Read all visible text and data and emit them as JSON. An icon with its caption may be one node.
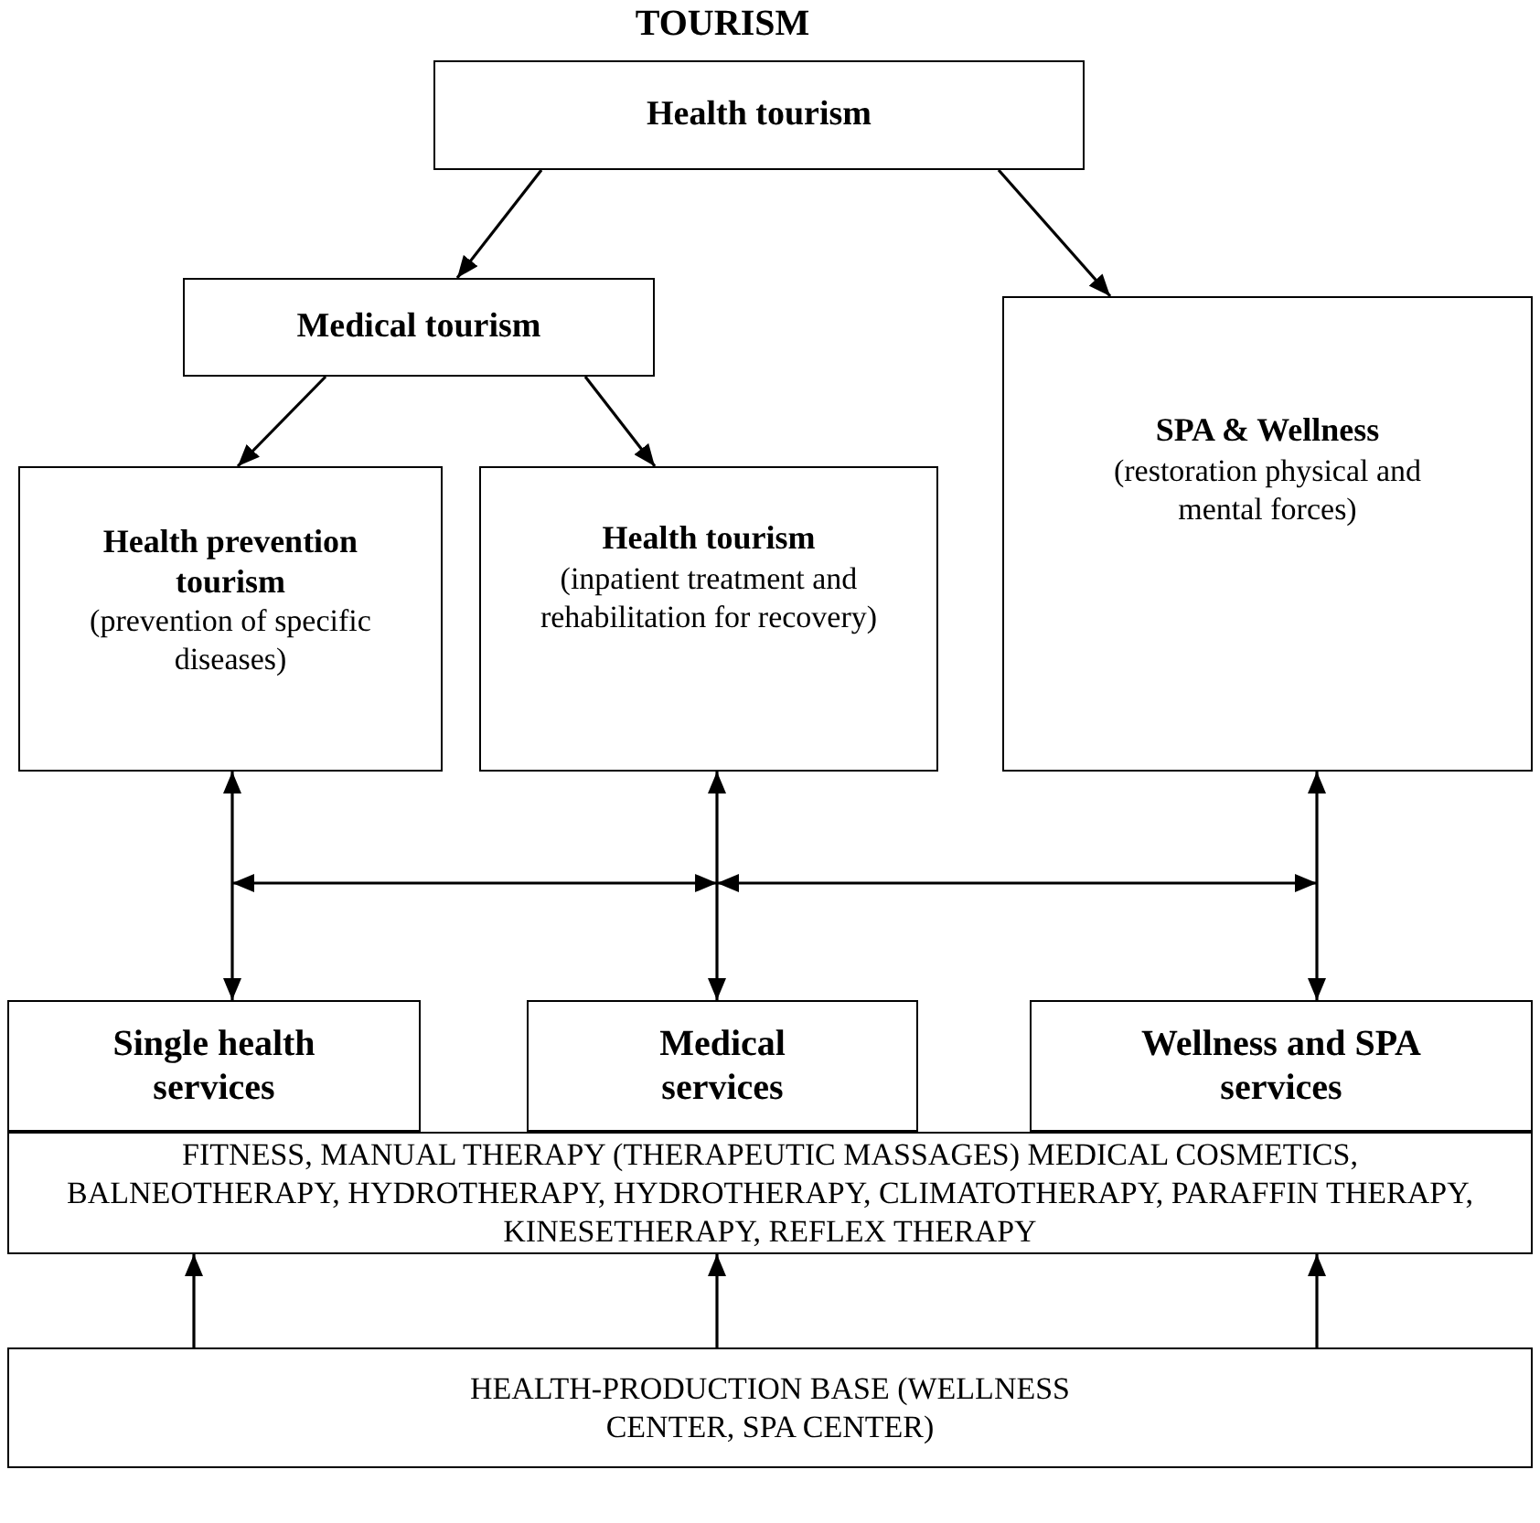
{
  "diagram": {
    "title": "TOURISM",
    "nodes": [
      {
        "text": [
          "Health tourism"
        ]
      },
      {
        "text": [
          "Medical tourism"
        ]
      },
      {
        "text": [
          "SPA & Wellness",
          "(restoration physical and mental forces)"
        ]
      },
      {
        "text": [
          "Health prevention tourism",
          "(prevention of specific diseases)"
        ]
      },
      {
        "text": [
          "Health tourism",
          "(inpatient treatment and rehabilitation for recovery)"
        ]
      },
      {
        "text": [
          "Single health services"
        ]
      },
      {
        "text": [
          "Medical services"
        ]
      },
      {
        "text": [
          "Wellness and SPA services"
        ]
      },
      {
        "text": [
          "FITNESS, MANUAL THERAPY (THERAPEUTIC MASSAGES) MEDICAL COSMETICS, BALNEOTHERAPY, HYDROTHERAPY, HYDROTHERAPY, CLIMATOTHERAPY, PARAFFIN THERAPY, KINESETHERAPY, REFLEX THERAPY"
        ]
      },
      {
        "text": [
          "HEALTH-PRODUCTION BASE (WELLNESS CENTER, SPA CENTER)"
        ]
      }
    ],
    "edges": [
      {
        "from": 0,
        "to": 1,
        "arrow": "to"
      },
      {
        "from": 0,
        "to": 2,
        "arrow": "to"
      },
      {
        "from": 1,
        "to": 3,
        "arrow": "to"
      },
      {
        "from": 1,
        "to": 4,
        "arrow": "to"
      },
      {
        "from": 3,
        "to": 5,
        "arrow": "both"
      },
      {
        "from": 4,
        "to": 6,
        "arrow": "both"
      },
      {
        "from": 2,
        "to": 7,
        "arrow": "both"
      },
      {
        "from": 3,
        "to": 4,
        "arrow": "both"
      },
      {
        "from": 4,
        "to": 2,
        "arrow": "both"
      },
      {
        "from": 9,
        "to": 8,
        "arrow": "to"
      },
      {
        "from": 9,
        "to": 8,
        "arrow": "to"
      },
      {
        "from": 9,
        "to": 8,
        "arrow": "to"
      }
    ]
  }
}
